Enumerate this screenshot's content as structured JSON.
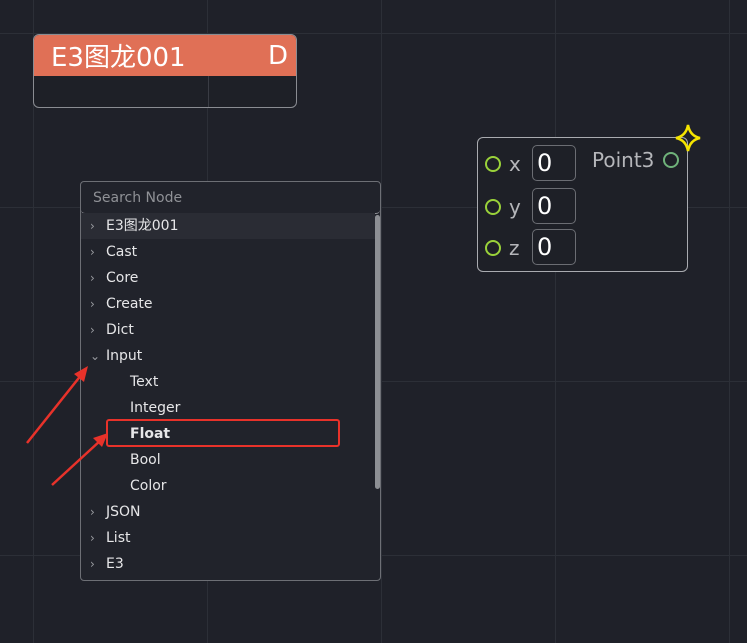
{
  "node_e3": {
    "title": "E3图龙001",
    "badge": "D",
    "color": "#e07056"
  },
  "node_point3": {
    "title": "Point3",
    "inputs": [
      {
        "name": "x",
        "value": "0"
      },
      {
        "name": "y",
        "value": "0"
      },
      {
        "name": "z",
        "value": "0"
      }
    ]
  },
  "menu": {
    "search_placeholder": "Search Node",
    "items": [
      {
        "label": "E3图龙001",
        "chev": "›"
      },
      {
        "label": "Cast",
        "chev": "›"
      },
      {
        "label": "Core",
        "chev": "›"
      },
      {
        "label": "Create",
        "chev": "›"
      },
      {
        "label": "Dict",
        "chev": "›"
      },
      {
        "label": "Input",
        "chev": "⌄"
      },
      {
        "label": "Text"
      },
      {
        "label": "Integer"
      },
      {
        "label": "Float"
      },
      {
        "label": "Bool"
      },
      {
        "label": "Color"
      },
      {
        "label": "JSON",
        "chev": "›"
      },
      {
        "label": "List",
        "chev": "›"
      },
      {
        "label": "E3",
        "chev": "›"
      }
    ]
  },
  "annotation_color": "#e8322a"
}
